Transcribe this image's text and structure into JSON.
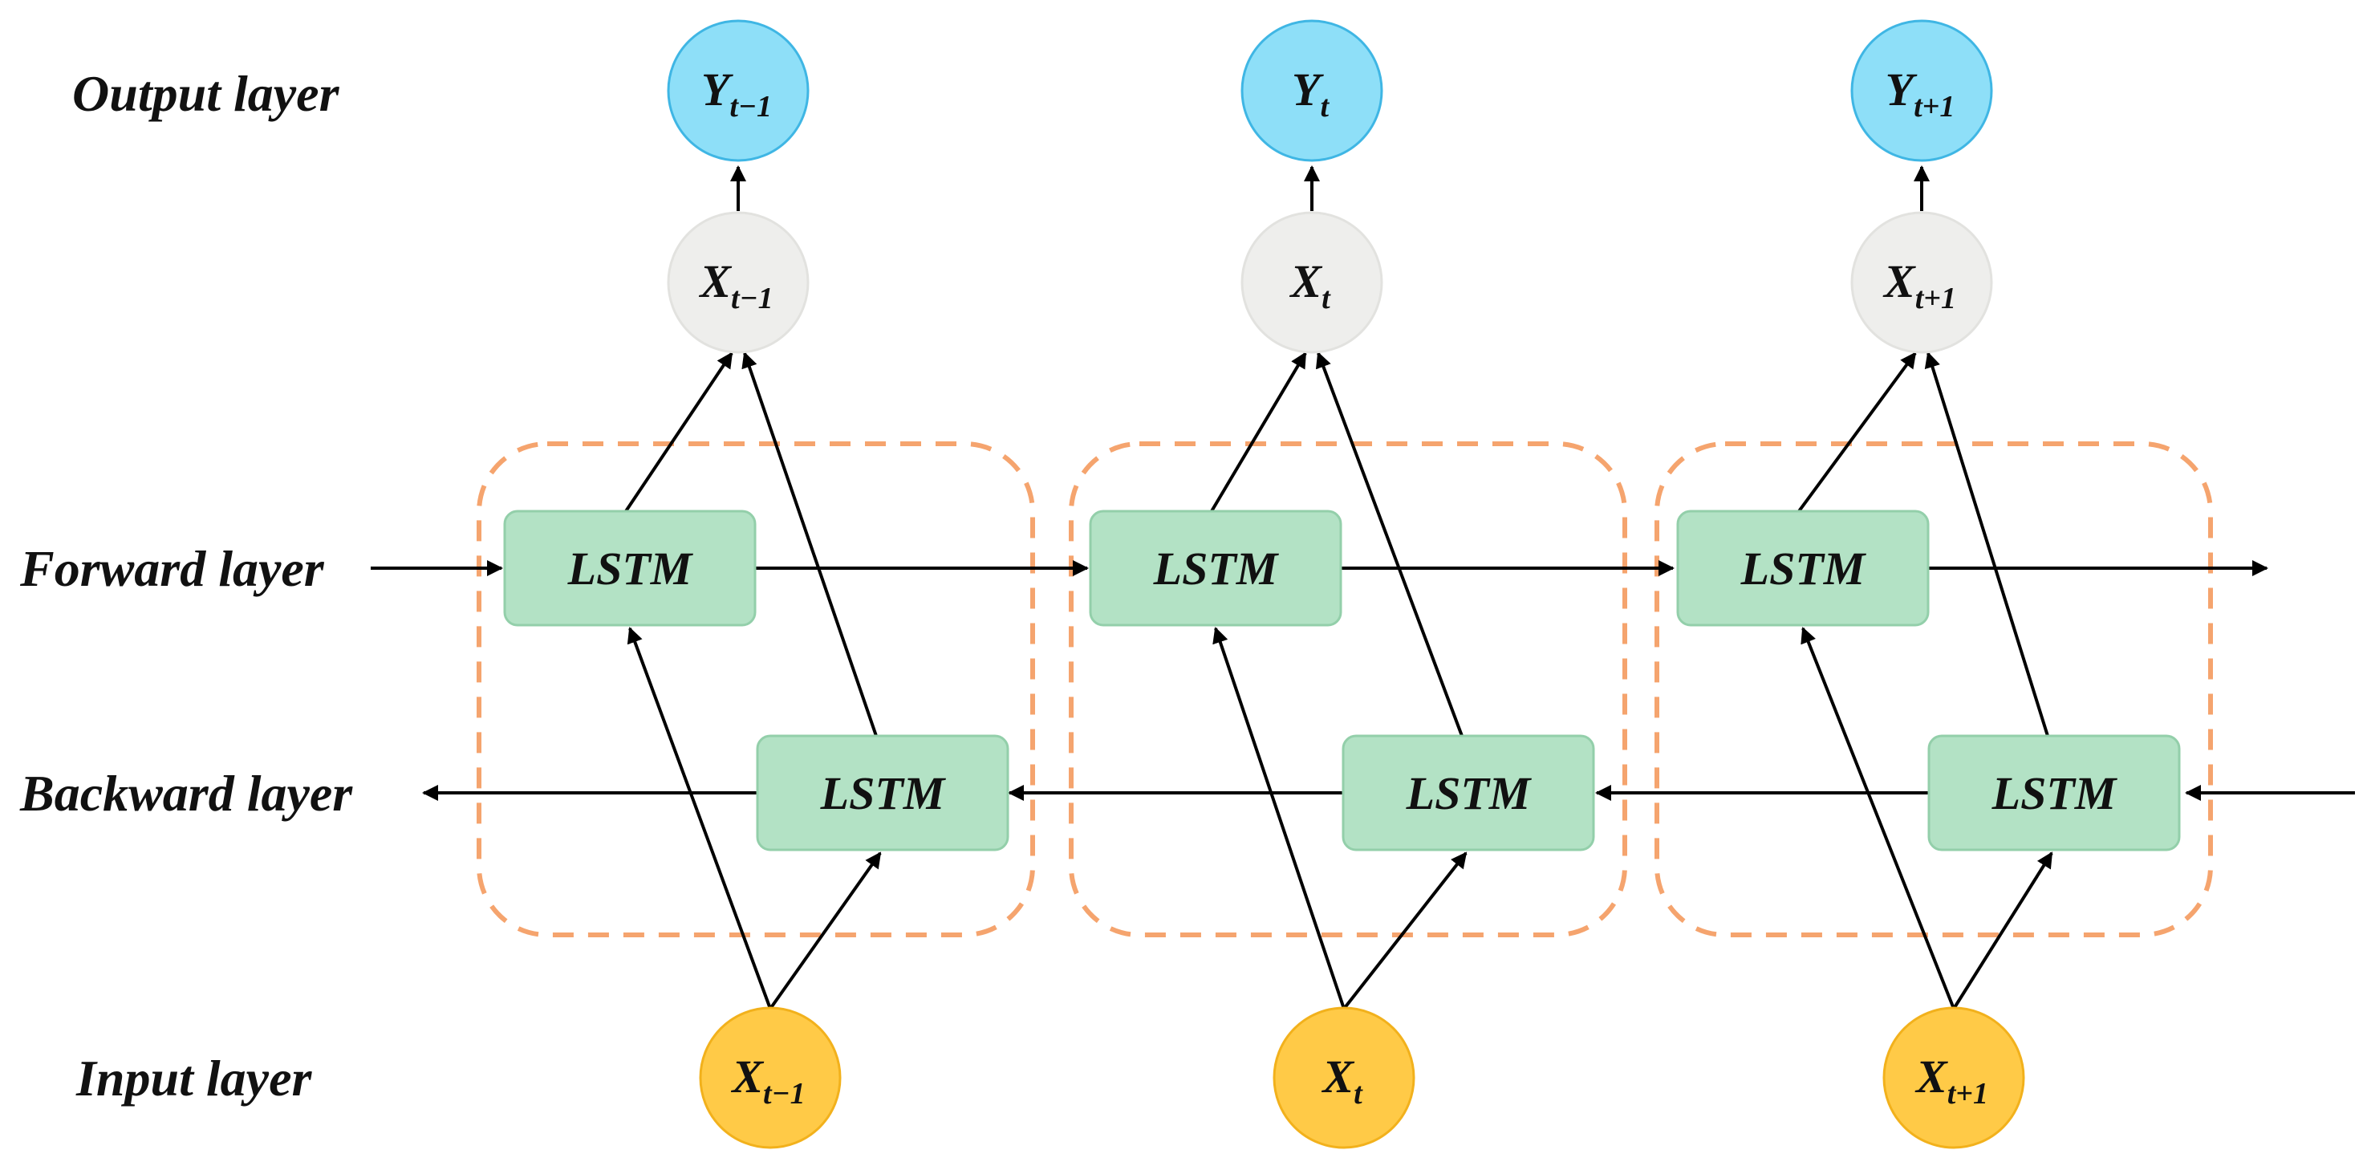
{
  "colors": {
    "output_fill": "#8edff8",
    "output_stroke": "#3fb6e4",
    "hidden_fill": "#eeeeec",
    "hidden_stroke": "#e2e2df",
    "input_fill": "#ffca47",
    "input_stroke": "#f2b11c",
    "lstm_fill": "#b3e2c5",
    "lstm_stroke": "#93cfaa",
    "group_stroke": "#f5a46e",
    "arrow": "#000000"
  },
  "layers": {
    "output": "Output layer",
    "forward": "Forward layer",
    "backward": "Backward layer",
    "input": "Input layer"
  },
  "lstm_label": "LSTM",
  "steps": [
    {
      "output": {
        "main": "Y",
        "sub": "t−1"
      },
      "hidden": {
        "main": "X",
        "sub": "t−1"
      },
      "input": {
        "main": "X",
        "sub": "t−1"
      }
    },
    {
      "output": {
        "main": "Y",
        "sub": "t"
      },
      "hidden": {
        "main": "X",
        "sub": "t"
      },
      "input": {
        "main": "X",
        "sub": "t"
      }
    },
    {
      "output": {
        "main": "Y",
        "sub": "t+1"
      },
      "hidden": {
        "main": "X",
        "sub": "t+1"
      },
      "input": {
        "main": "X",
        "sub": "t+1"
      }
    }
  ]
}
